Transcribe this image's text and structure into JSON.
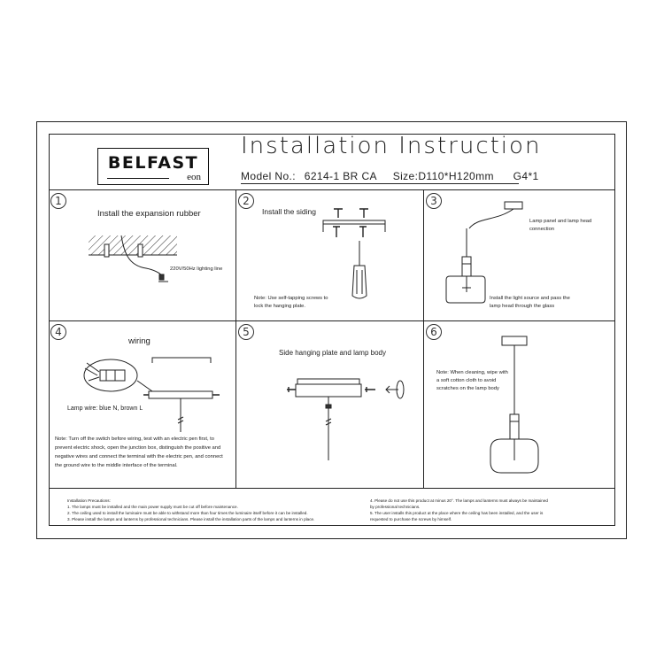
{
  "header": {
    "brand": "BELFAST",
    "brand_sub": "eon",
    "title": "Installation Instruction",
    "model_label": "Model No.:",
    "model_no": "6214-1 BR CA",
    "size": "Size:D110*H120mm",
    "bulb": "G4*1"
  },
  "steps": [
    {
      "num": "1",
      "title": "Install the expansion rubber",
      "callout": "220V/50Hz lighting line"
    },
    {
      "num": "2",
      "title": "Install the siding",
      "note1": "Note: Use self-tapping screws to",
      "note2": "lock the hanging plate."
    },
    {
      "num": "3",
      "callout1": "Lamp panel and lamp head",
      "callout2": "connection",
      "note1": "Install the light source and pass the",
      "note2": "lamp head through the glass"
    },
    {
      "num": "4",
      "title": "wiring",
      "callout": "Lamp wire: blue N, brown L",
      "note1": "Note: Turn off the switch before wiring, test with an electric pen first, to",
      "note2": "prevent electric shock, open the junction box, distinguish the positive and",
      "note3": "negative wires and connect the terminal with the electric pen, and connect",
      "note4": "the ground wire to the middle interface of the terminal."
    },
    {
      "num": "5",
      "title": "Side hanging plate and lamp body"
    },
    {
      "num": "6",
      "note1": "Note: When cleaning, wipe with",
      "note2": "a soft cotton cloth to avoid",
      "note3": "scratches on the lamp body"
    }
  ],
  "precautions": {
    "heading": "Installation Precautions:",
    "left": [
      "1. The lamps must be installed and the main power supply must be cut off before maintenance.",
      "2. The ceiling used to install the luminaire must be able to withstand more than four times the luminaire itself before it can be installed.",
      "3. Please install the lamps and lanterns by professional technicians. Please install the installation parts of the lamps and lanterns in place."
    ],
    "right": [
      "4. Please do not use this product at minus 20°. The lamps and lanterns must always be maintained",
      "by professional technicians.",
      "5. The user installs this product at the place where the ceiling has been installed, and the user is",
      "requested to purchase the screws by himself."
    ]
  }
}
